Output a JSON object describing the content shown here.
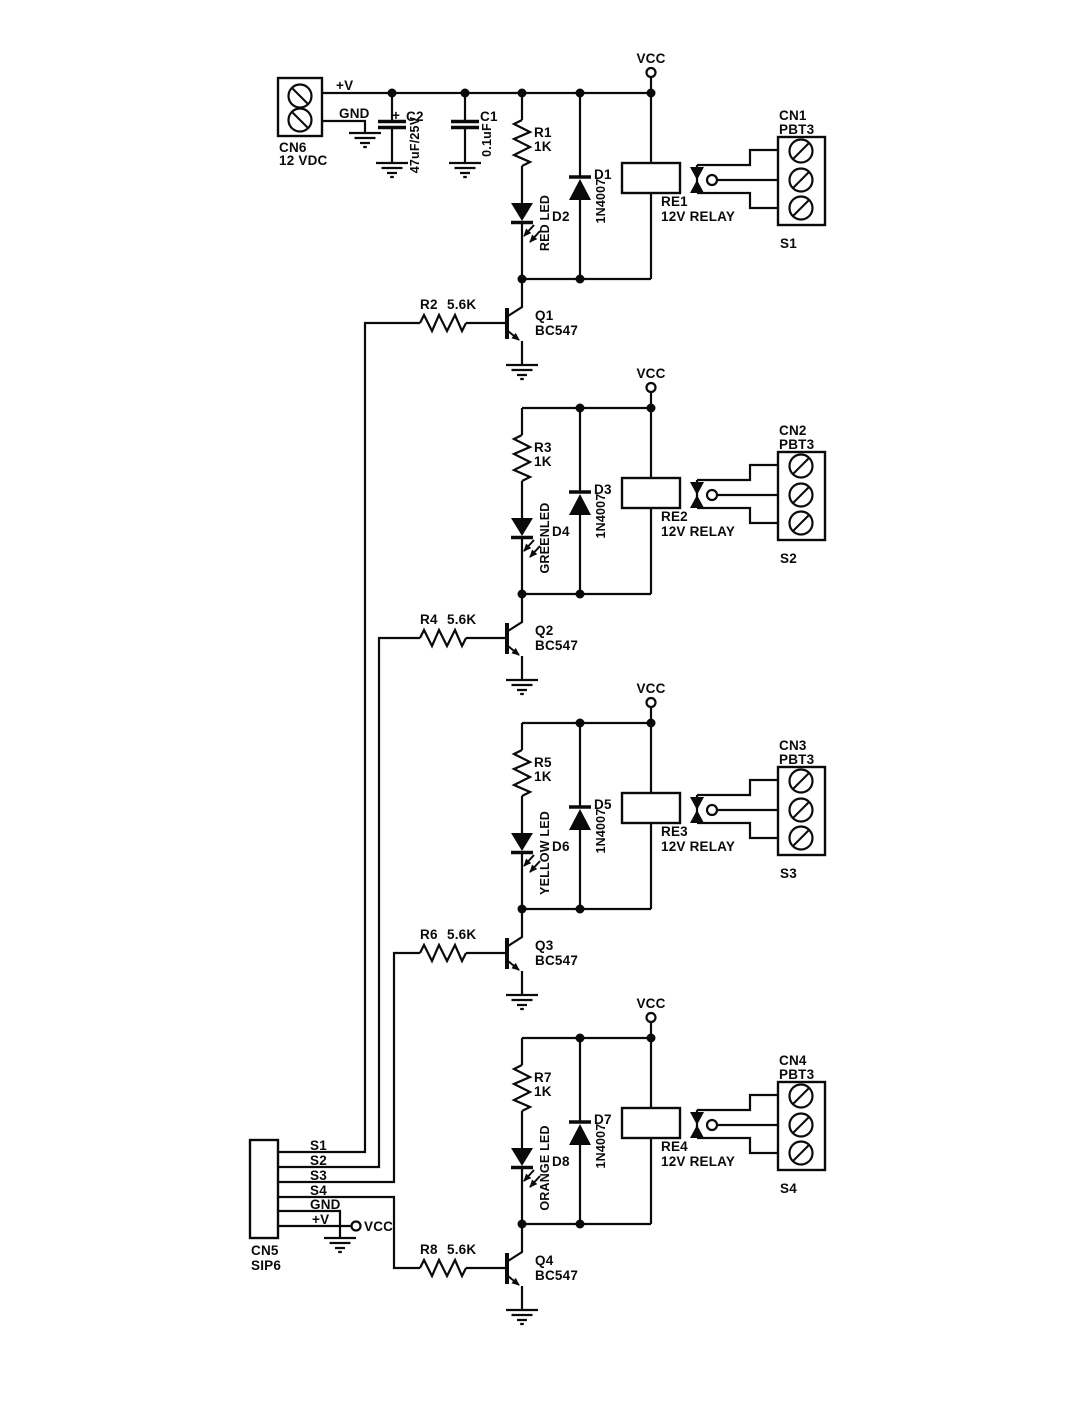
{
  "power": {
    "vcc": "VCC",
    "connector": {
      "ref": "CN6",
      "label": "12 VDC",
      "pin_plus": "+V",
      "pin_gnd": "GND"
    },
    "bulk_cap": {
      "ref": "C2",
      "value": "47uF/25V",
      "polarity": "+"
    },
    "bypass_cap": {
      "ref": "C1",
      "value": "0.1uF"
    }
  },
  "control": {
    "connector": {
      "ref": "CN5",
      "part": "SIP6"
    },
    "pins": [
      "S1",
      "S2",
      "S3",
      "S4",
      "GND",
      "+V"
    ],
    "vcc": "VCC"
  },
  "channels": [
    {
      "vcc": "VCC",
      "resistor": {
        "ref": "R1",
        "value": "1K"
      },
      "led": {
        "ref": "D2",
        "label": "RED LED"
      },
      "flyback": {
        "ref": "D1",
        "part": "1N4007"
      },
      "relay": {
        "ref": "RE1",
        "label": "12V RELAY"
      },
      "connector": {
        "ref": "CN1",
        "part": "PBT3",
        "signal": "S1"
      },
      "transistor": {
        "ref": "Q1",
        "part": "BC547"
      },
      "base_resistor": {
        "ref": "R2",
        "value": "5.6K"
      }
    },
    {
      "vcc": "VCC",
      "resistor": {
        "ref": "R3",
        "value": "1K"
      },
      "led": {
        "ref": "D4",
        "label": "GREENLED"
      },
      "flyback": {
        "ref": "D3",
        "part": "1N4007"
      },
      "relay": {
        "ref": "RE2",
        "label": "12V RELAY"
      },
      "connector": {
        "ref": "CN2",
        "part": "PBT3",
        "signal": "S2"
      },
      "transistor": {
        "ref": "Q2",
        "part": "BC547"
      },
      "base_resistor": {
        "ref": "R4",
        "value": "5.6K"
      }
    },
    {
      "vcc": "VCC",
      "resistor": {
        "ref": "R5",
        "value": "1K"
      },
      "led": {
        "ref": "D6",
        "label": "YELLOW LED"
      },
      "flyback": {
        "ref": "D5",
        "part": "1N4007"
      },
      "relay": {
        "ref": "RE3",
        "label": "12V RELAY"
      },
      "connector": {
        "ref": "CN3",
        "part": "PBT3",
        "signal": "S3"
      },
      "transistor": {
        "ref": "Q3",
        "part": "BC547"
      },
      "base_resistor": {
        "ref": "R6",
        "value": "5.6K"
      }
    },
    {
      "vcc": "VCC",
      "resistor": {
        "ref": "R7",
        "value": "1K"
      },
      "led": {
        "ref": "D8",
        "label": "ORANGE LED"
      },
      "flyback": {
        "ref": "D7",
        "part": "1N4007"
      },
      "relay": {
        "ref": "RE4",
        "label": "12V RELAY"
      },
      "connector": {
        "ref": "CN4",
        "part": "PBT3",
        "signal": "S4"
      },
      "transistor": {
        "ref": "Q4",
        "part": "BC547"
      },
      "base_resistor": {
        "ref": "R8",
        "value": "5.6K"
      }
    }
  ]
}
